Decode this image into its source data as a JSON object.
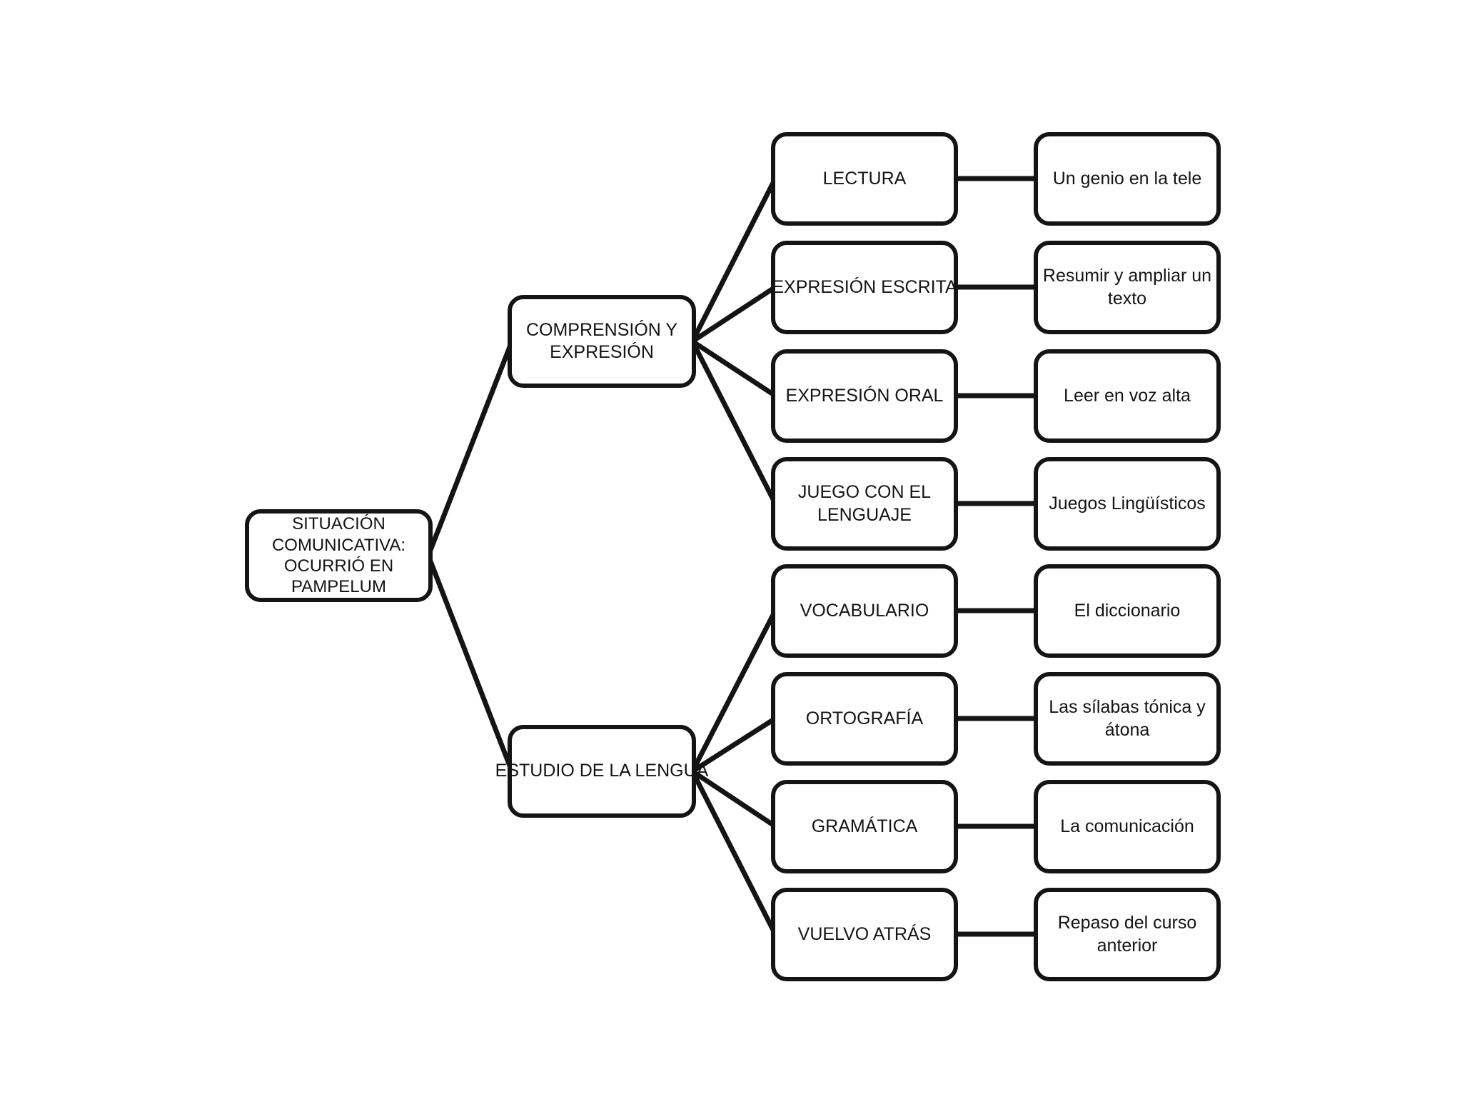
{
  "colors": {
    "ink": "#141414",
    "node_fill": "#ffffff",
    "background": "#ffffff"
  },
  "tree": {
    "root": "SITUACIÓN COMUNICATIVA: OCURRIÓ EN PAMPELUM",
    "branches": [
      {
        "label": "COMPRENSIÓN Y EXPRESIÓN",
        "children": [
          {
            "category": "LECTURA",
            "topic": "Un genio en la tele"
          },
          {
            "category": "EXPRESIÓN ESCRITA",
            "topic": "Resumir y ampliar un texto"
          },
          {
            "category": "EXPRESIÓN ORAL",
            "topic": "Leer en voz alta"
          },
          {
            "category": "JUEGO CON EL LENGUAJE",
            "topic": "Juegos Lingüísticos"
          }
        ]
      },
      {
        "label": "ESTUDIO DE LA LENGUA",
        "children": [
          {
            "category": "VOCABULARIO",
            "topic": "El diccionario"
          },
          {
            "category": "ORTOGRAFÍA",
            "topic": "Las sílabas tónica y átona"
          },
          {
            "category": "GRAMÁTICA",
            "topic": "La comunicación"
          },
          {
            "category": "VUELVO ATRÁS",
            "topic": "Repaso del curso anterior"
          }
        ]
      }
    ]
  }
}
